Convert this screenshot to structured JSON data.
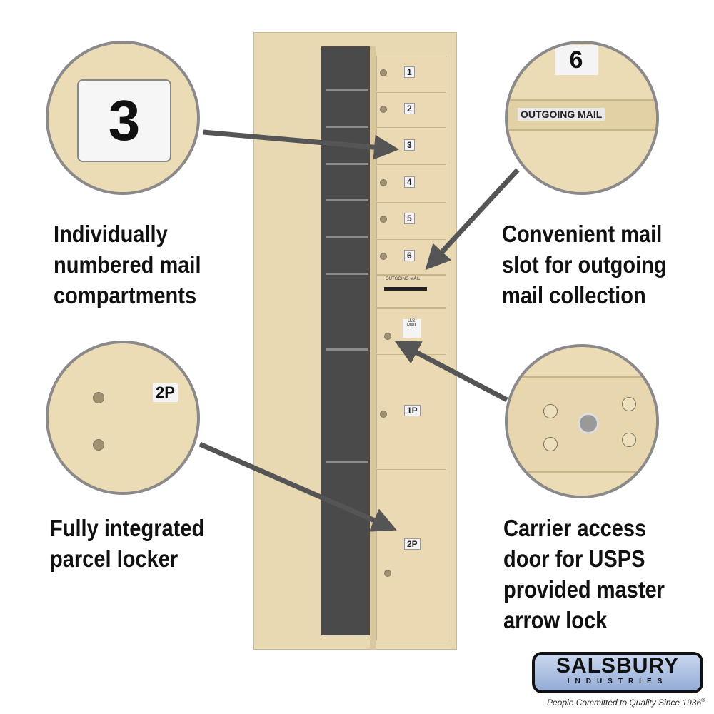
{
  "callouts": {
    "numbered": {
      "badge": "3",
      "caption_lines": [
        "Individually",
        "numbered mail",
        "compartments"
      ]
    },
    "outgoing": {
      "badge": "6",
      "label": "OUTGOING MAIL",
      "caption_lines": [
        "Convenient mail",
        "slot for outgoing",
        "mail collection"
      ]
    },
    "parcel": {
      "badge": "2P",
      "caption_lines": [
        "Fully integrated",
        "parcel locker"
      ]
    },
    "carrier": {
      "caption_lines": [
        "Carrier access",
        "door for USPS",
        "provided master",
        "arrow lock"
      ]
    }
  },
  "mailbox": {
    "compartments": [
      "1",
      "2",
      "3",
      "4",
      "5",
      "6"
    ],
    "outgoing_label": "OUTGOING MAIL",
    "usmail_label": "U.S. MAIL",
    "parcels": [
      "1P",
      "2P"
    ]
  },
  "logo": {
    "name": "SALSBURY",
    "sub": "INDUSTRIES",
    "tagline": "People Committed to Quality Since 1936",
    "reg": "®"
  },
  "colors": {
    "body": "#e9d9b3",
    "arrow": "#555555",
    "logo_blue": "#a9bfdf"
  }
}
